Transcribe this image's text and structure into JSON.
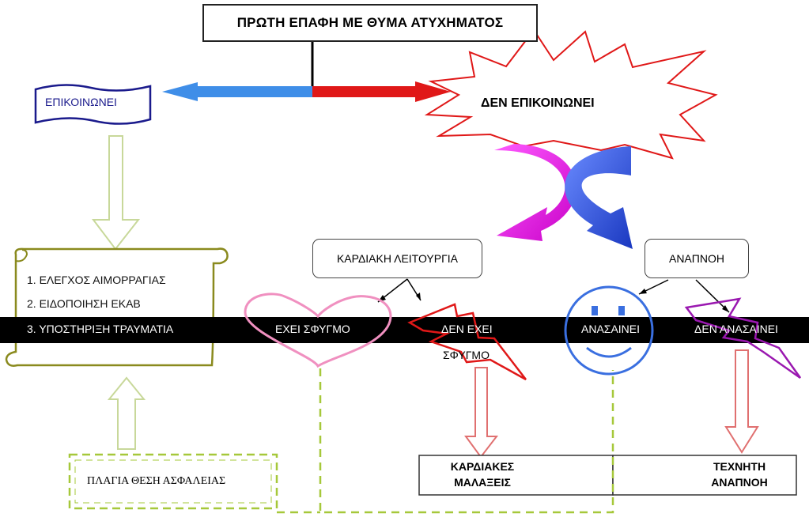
{
  "diagram": {
    "title": "ΠΡΩΤΗ ΕΠΑΦΗ ΜΕ ΘΥΜΑ ΑΤΥΧΗΜΑΤΟΣ",
    "communicates": "ΕΠΙΚΟΙΝΩΝΕΙ",
    "not_communicates": "ΔΕΝ ΕΠΙΚΟΙΝΩΝΕΙ",
    "cardiac_function": "ΚΑΡΔΙΑΚΗ ΛΕΙΤΟΥΡΓΙΑ",
    "breathing": "ΑΝΑΠΝΟΗ",
    "steps": [
      "1. ΕΛΕΓΧΟΣ ΑΙΜΟΡΡΑΓΙΑΣ",
      "2. ΕΙΔΟΠΟΙΗΣΗ ΕΚΑΒ",
      "3. ΥΠΟΣΤΗΡΙΞΗ ΤΡΑΥΜΑΤΙΑ"
    ],
    "has_pulse": "ΕΧΕΙ ΣΦΥΓΜΟ",
    "no_pulse_line1": "ΔΕΝ ΕΧΕΙ",
    "no_pulse_line2": "ΣΦΥΓΜΟ",
    "breathes": "ΑΝΑΣΑΙΝΕΙ",
    "not_breathes": "ΔΕΝ ΑΝΑΣΑΙΝΕΙ",
    "recovery_position": "ΠΛΑΓΙΑ ΘΕΣΗ ΑΣΦΑΛΕΙΑΣ",
    "cardiac_massage_line1": "ΚΑΡΔΙΑΚΕΣ",
    "cardiac_massage_line2": "ΜΑΛΑΞΕΙΣ",
    "artificial_resp_line1": "ΤΕΧΝΗΤΗ",
    "artificial_resp_line2": "ΑΝΑΠΝΟΗ"
  },
  "colors": {
    "left_arrow": "#3f8ee8",
    "right_arrow": "#e01818",
    "star_outline": "#e01818",
    "scroll": "#8a8a1e",
    "heart": "#f090c0",
    "smiley": "#3a6fe0",
    "magenta_arrow": "#e818e0",
    "blue_arrow": "#2e55d8",
    "dashed": "#a6c83a",
    "bar": "#000000"
  }
}
